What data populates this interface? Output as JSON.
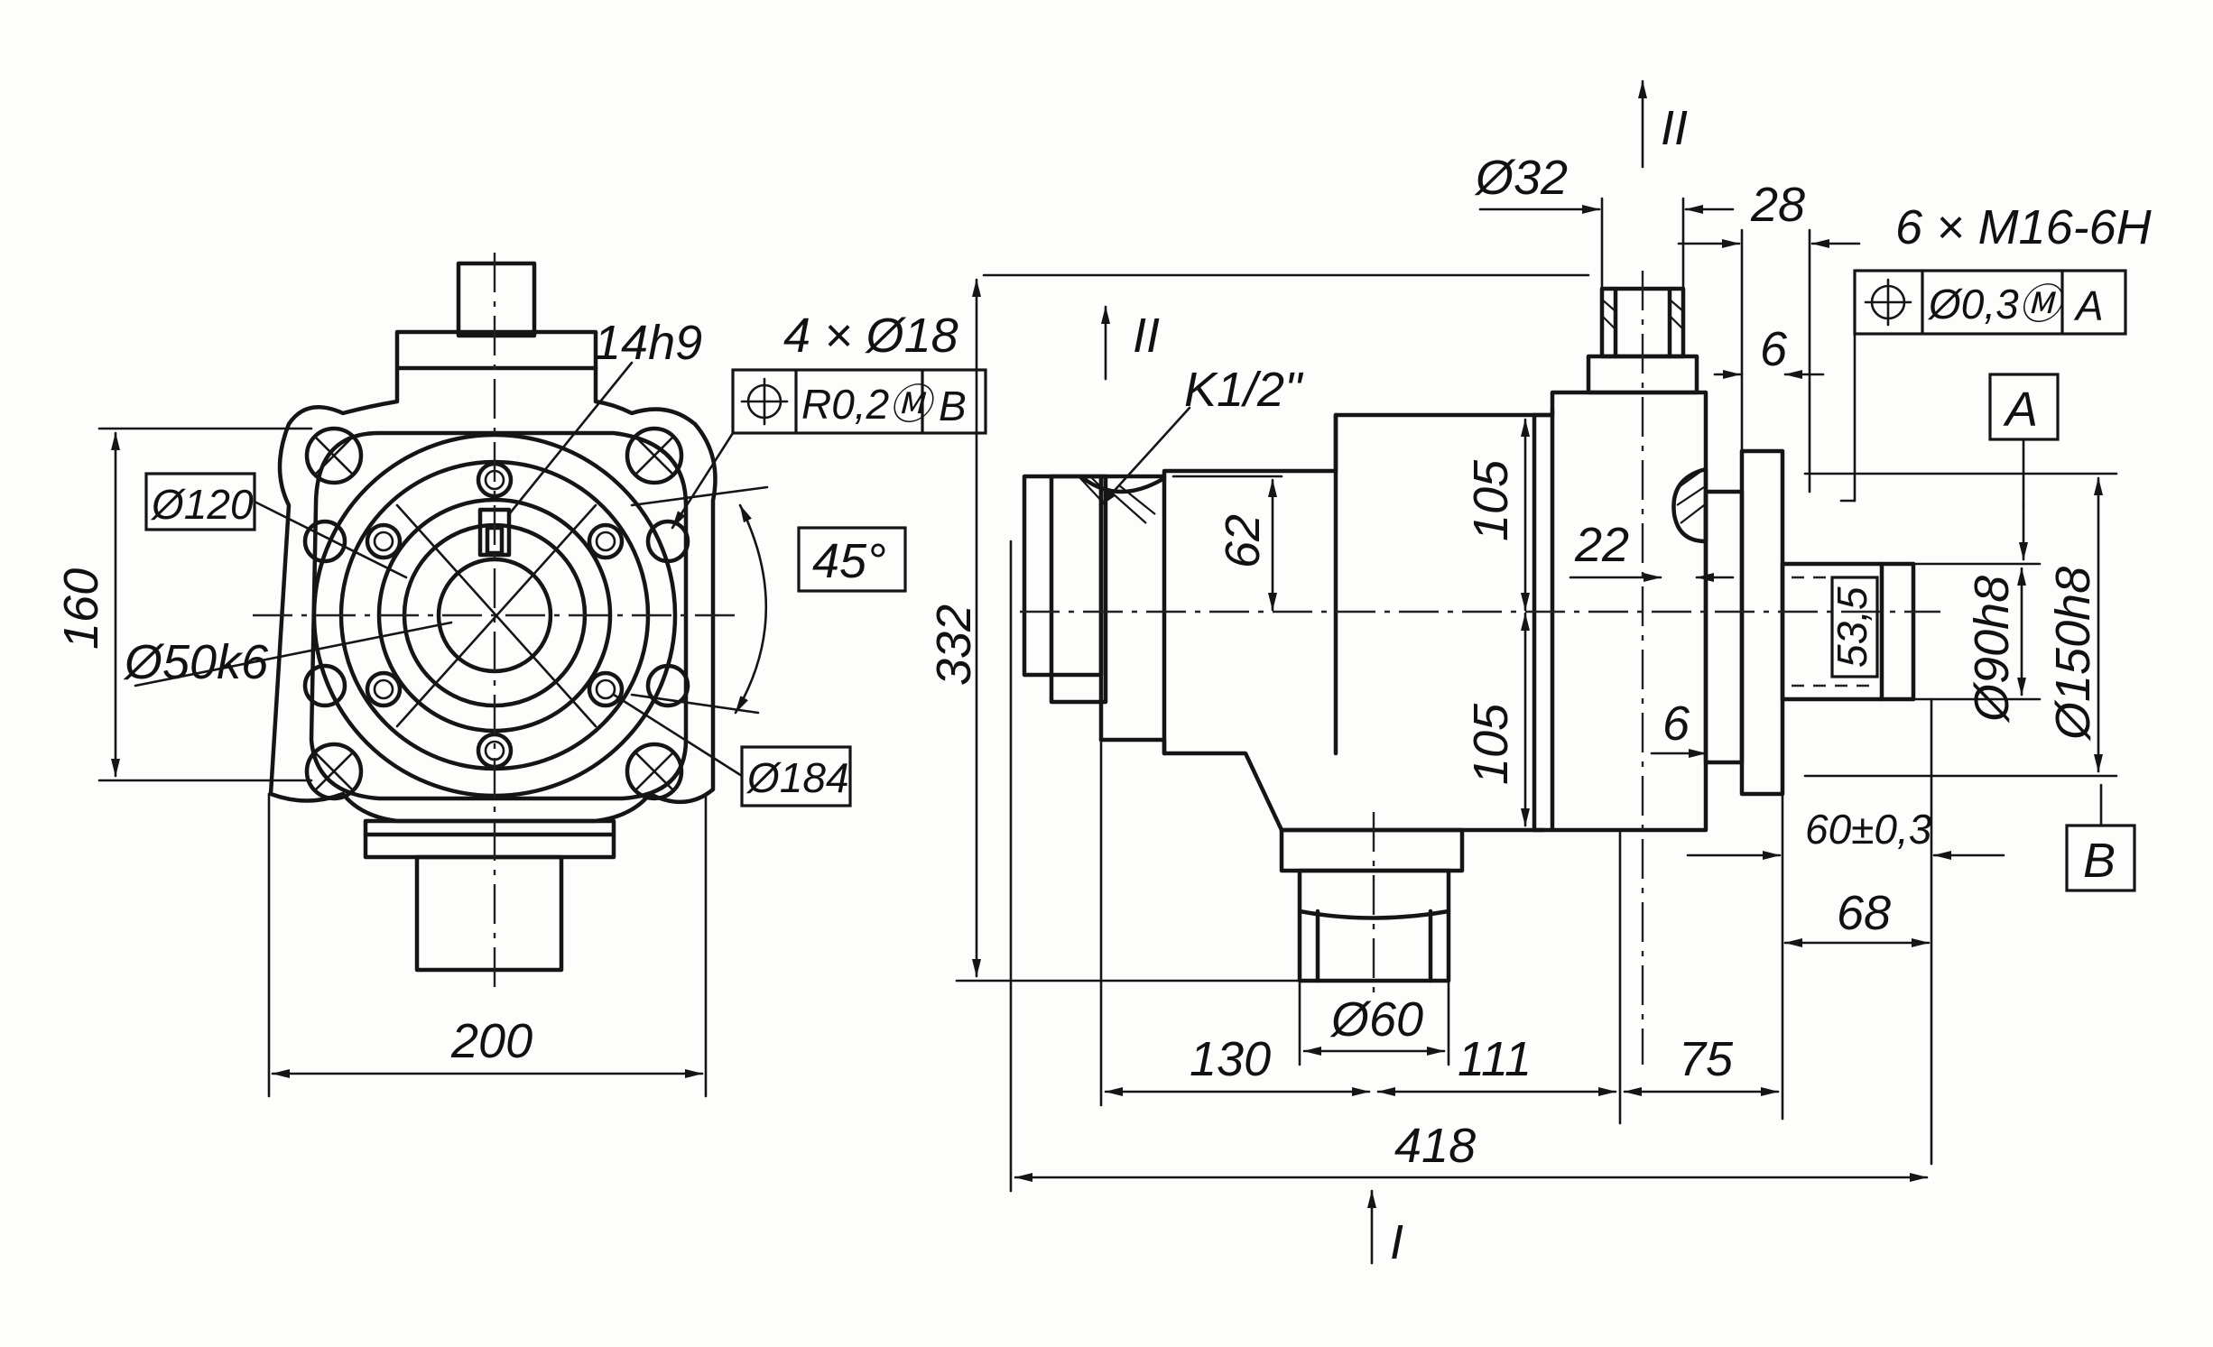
{
  "left_view": {
    "dim_width": "200",
    "dim_height": "160",
    "dim_bore": "Ø120",
    "dim_shaft": "Ø50k6",
    "dim_key": "14h9",
    "dim_holes": "4 × Ø18",
    "frame_symbol": "⌖",
    "frame_tol": "R0,2Ⓜ",
    "frame_datum": "B",
    "dim_angle": "45°",
    "dim_pcd": "Ø184"
  },
  "right_view": {
    "dim_height": "332",
    "dim_thread": "K1/2\"",
    "dim_62": "62",
    "dim_105_top": "105",
    "dim_105_bot": "105",
    "dim_22": "22",
    "dim_6_top": "6",
    "dim_6_bot": "6",
    "dim_32": "Ø32",
    "dim_28": "28",
    "dim_holes": "6 × M16-6H",
    "frame_symbol": "⌖",
    "frame_tol": "Ø0,3Ⓜ",
    "frame_datum": "A",
    "datum_a": "A",
    "datum_b": "B",
    "dim_53": "53,5",
    "dim_90": "Ø90h8",
    "dim_150": "Ø150h8",
    "dim_60tol": "60±0,3",
    "dim_68": "68",
    "dim_60": "Ø60",
    "dim_130": "130",
    "dim_111": "111",
    "dim_75": "75",
    "dim_418": "418",
    "view_top": "II",
    "view_left": "II",
    "view_bottom": "I"
  }
}
